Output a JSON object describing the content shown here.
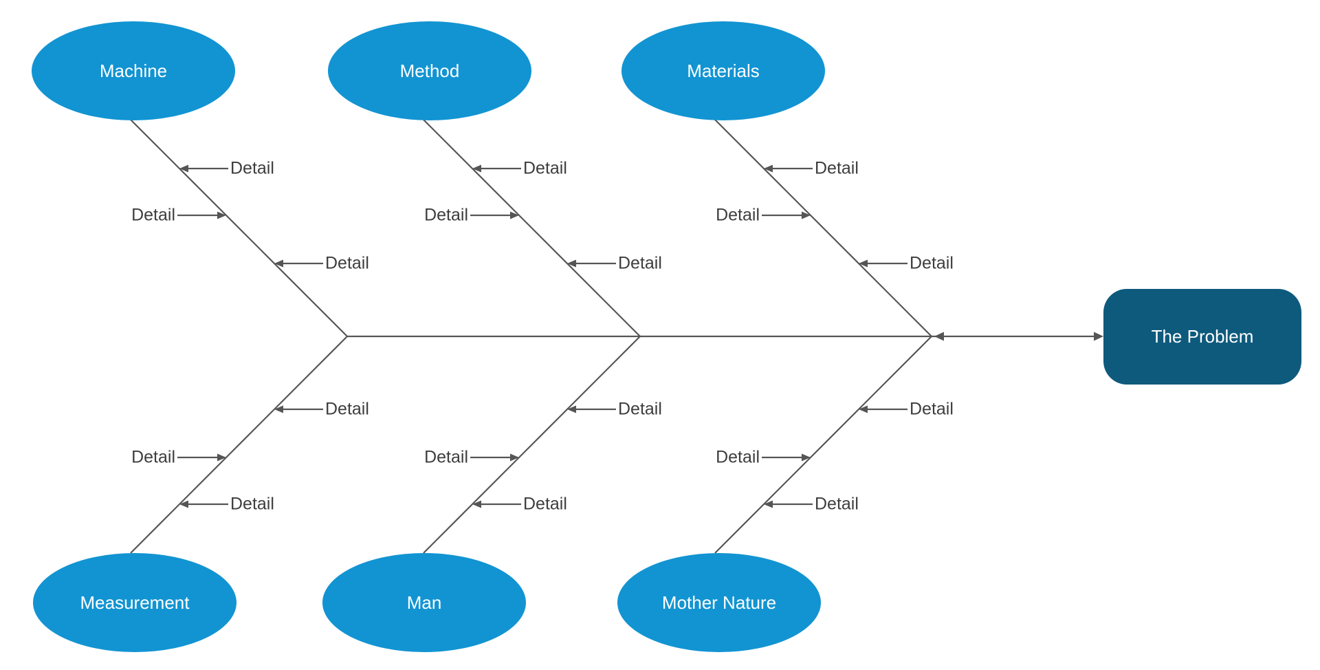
{
  "problem": {
    "label": "The Problem"
  },
  "categories": {
    "top": [
      {
        "label": "Machine"
      },
      {
        "label": "Method"
      },
      {
        "label": "Materials"
      }
    ],
    "bottom": [
      {
        "label": "Measurement"
      },
      {
        "label": "Man"
      },
      {
        "label": "Mother Nature"
      }
    ]
  },
  "details": {
    "label": "Detail",
    "per_branch": 3,
    "total": 18
  },
  "colors": {
    "category_fill": "#1294d2",
    "problem_fill": "#0e5a7d",
    "connector": "#555555",
    "detail_text": "#3d3d3d",
    "node_text": "#ffffff",
    "background": "#ffffff"
  }
}
